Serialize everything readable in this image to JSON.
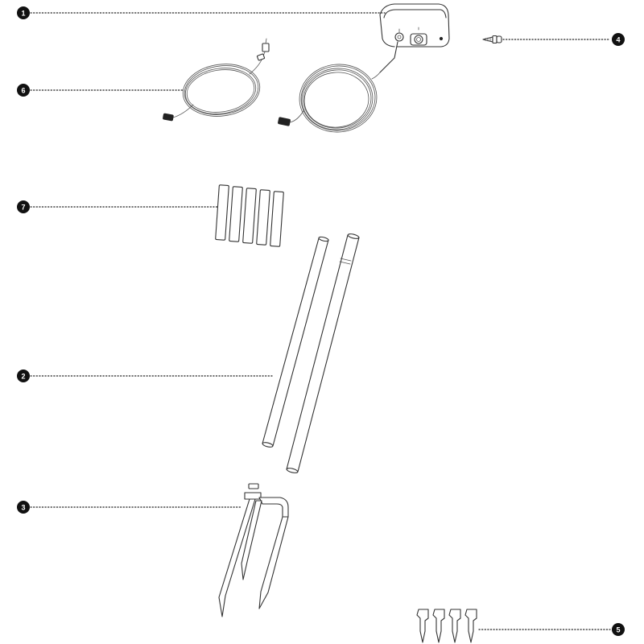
{
  "callouts": [
    {
      "key": "antenna",
      "label": "1"
    },
    {
      "key": "mast",
      "label": "2"
    },
    {
      "key": "ground_spike",
      "label": "3"
    },
    {
      "key": "screw",
      "label": "4"
    },
    {
      "key": "pegs",
      "label": "5"
    },
    {
      "key": "extension_cable",
      "label": "6"
    },
    {
      "key": "sleeves",
      "label": "7"
    }
  ],
  "colors": {
    "line": "#333333",
    "badge": "#111111",
    "badge_text": "#ffffff",
    "background": "#ffffff"
  }
}
